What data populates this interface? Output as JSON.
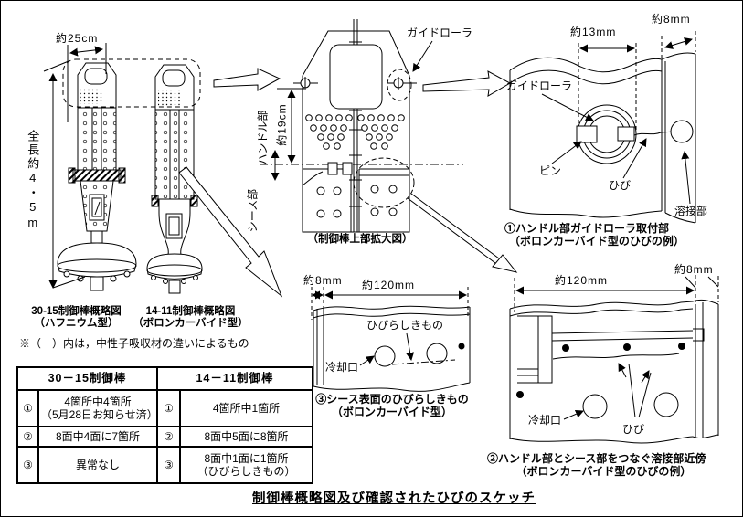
{
  "title": "制御棒概略図及び確認されたひびのスケッチ",
  "overview": {
    "dim_width": "約25cm",
    "dim_length": "全長約4・5m",
    "rod1_caption": "30-15制御棒概略図",
    "rod1_type": "（ハフニウム型）",
    "rod2_caption": "14-11制御棒概略図",
    "rod2_type": "（ボロンカーバイド型）",
    "note": "※（　）内は，中性子吸収材の違いによるもの"
  },
  "enlarged": {
    "caption": "（制御棒上部拡大図）",
    "guide_roller_label": "ガイドローラ",
    "dim_height": "約19cm",
    "handle_label": "ハンドル部",
    "sheath_label": "シース部"
  },
  "detail1": {
    "dim_13": "約13mm",
    "dim_8": "約8mm",
    "guide_roller": "ガイドローラ",
    "pin": "ピン",
    "crack": "ひび",
    "weld": "溶接部",
    "caption1": "①ハンドル部ガイドローラ取付部",
    "caption2": "（ボロンカーバイド型のひびの例）"
  },
  "detail3": {
    "dim_8": "約8mm",
    "dim_120": "約120mm",
    "crack_like": "ひびらしきもの",
    "cooling": "冷却口",
    "caption1": "③シース表面のひびらしきもの",
    "caption2": "（ボロンカーバイド型）"
  },
  "detail2": {
    "dim_120": "約120mm",
    "dim_8": "約8mm",
    "cooling": "冷却口",
    "crack": "ひび",
    "caption1": "②ハンドル部とシース部をつなぐ溶接部近傍",
    "caption2": "（ボロンカーバイド型のひびの例）"
  },
  "table": {
    "header_left": "30－15制御棒",
    "header_right": "14－11制御棒",
    "rows": [
      {
        "ln": "①",
        "l1": "4箇所中4箇所",
        "l2": "（5月28日お知らせ済）",
        "rn": "①",
        "r1": "4箇所中1箇所",
        "r2": ""
      },
      {
        "ln": "②",
        "l1": "8面中4面に7箇所",
        "l2": "",
        "rn": "②",
        "r1": "8面中5面に8箇所",
        "r2": ""
      },
      {
        "ln": "③",
        "l1": "異常なし",
        "l2": "",
        "rn": "③",
        "r1": "8面中1面に1箇所",
        "r2": "（ひびらしきもの）"
      }
    ]
  },
  "colors": {
    "line": "#000000",
    "background": "#ffffff"
  }
}
